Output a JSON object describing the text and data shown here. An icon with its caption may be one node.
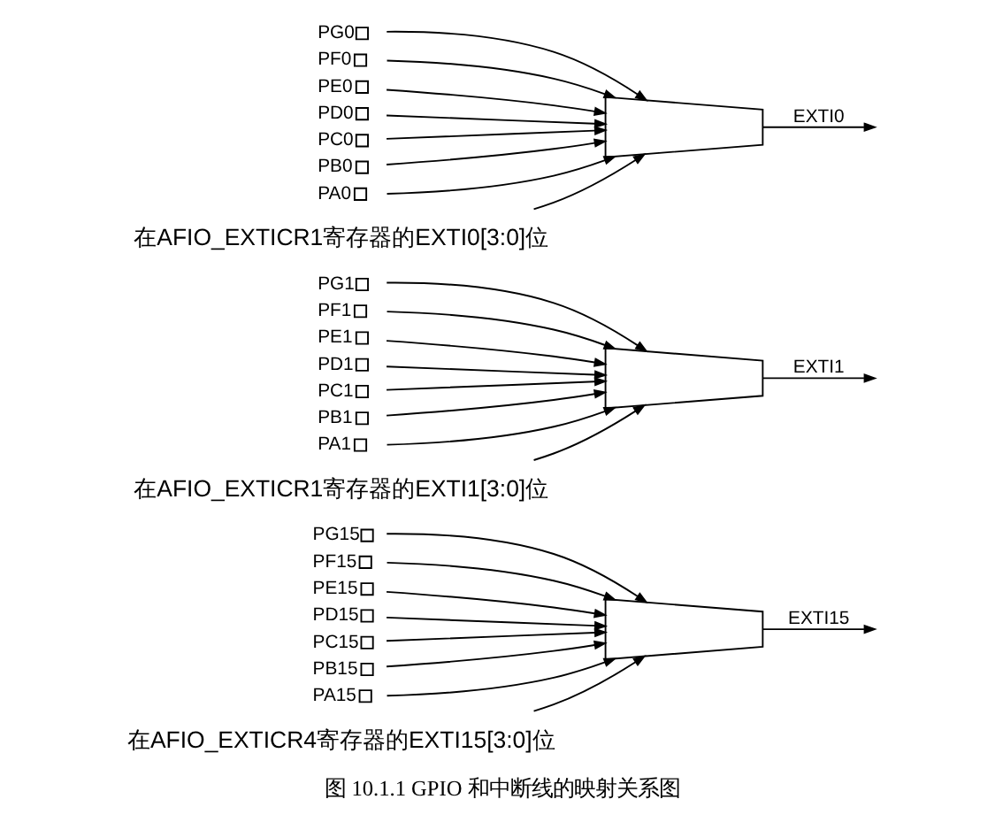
{
  "diagram": {
    "caption": "图 10.1.1 GPIO 和中断线的映射关系图",
    "nodes": [
      {
        "text": [
          "在AFIO_EXTICR1寄存器的EXTI0[3:0]位"
        ]
      },
      {
        "text": [
          "PA0"
        ]
      },
      {
        "text": [
          "PB0"
        ]
      },
      {
        "text": [
          "PC0"
        ]
      },
      {
        "text": [
          "PD0"
        ]
      },
      {
        "text": [
          "PE0"
        ]
      },
      {
        "text": [
          "PF0"
        ]
      },
      {
        "text": [
          "PG0"
        ]
      },
      {
        "text": [],
        "shape": "trapezium"
      },
      {
        "text": [
          "在AFIO_EXTICR1寄存器的EXTI1[3:0]位"
        ]
      },
      {
        "text": [
          "PA1"
        ]
      },
      {
        "text": [
          "PB1"
        ]
      },
      {
        "text": [
          "PC1"
        ]
      },
      {
        "text": [
          "PD1"
        ]
      },
      {
        "text": [
          "PE1"
        ]
      },
      {
        "text": [
          "PF1"
        ]
      },
      {
        "text": [
          "PG1"
        ]
      },
      {
        "text": [],
        "shape": "trapezium"
      },
      {
        "text": [
          "在AFIO_EXTICR4寄存器的EXTI15[3:0]位"
        ]
      },
      {
        "text": [
          "PA15"
        ]
      },
      {
        "text": [
          "PB15"
        ]
      },
      {
        "text": [
          "PC15"
        ]
      },
      {
        "text": [
          "PD15"
        ]
      },
      {
        "text": [
          "PE15"
        ]
      },
      {
        "text": [
          "PF15"
        ]
      },
      {
        "text": [
          "PG15"
        ]
      },
      {
        "text": [],
        "shape": "trapezium"
      }
    ],
    "edges": [
      {
        "from": 0,
        "to": 8,
        "arrow": "to"
      },
      {
        "from": 1,
        "to": 8,
        "arrow": "to"
      },
      {
        "from": 2,
        "to": 8,
        "arrow": "to"
      },
      {
        "from": 3,
        "to": 8,
        "arrow": "to"
      },
      {
        "from": 4,
        "to": 8,
        "arrow": "to"
      },
      {
        "from": 5,
        "to": 8,
        "arrow": "to"
      },
      {
        "from": 6,
        "to": 8,
        "arrow": "to"
      },
      {
        "from": 7,
        "to": 8,
        "arrow": "to"
      },
      {
        "from": 8,
        "to": null,
        "arrow": "to",
        "label": "EXTI0"
      },
      {
        "from": 9,
        "to": 17,
        "arrow": "to"
      },
      {
        "from": 10,
        "to": 17,
        "arrow": "to"
      },
      {
        "from": 11,
        "to": 17,
        "arrow": "to"
      },
      {
        "from": 12,
        "to": 17,
        "arrow": "to"
      },
      {
        "from": 13,
        "to": 17,
        "arrow": "to"
      },
      {
        "from": 14,
        "to": 17,
        "arrow": "to"
      },
      {
        "from": 15,
        "to": 17,
        "arrow": "to"
      },
      {
        "from": 16,
        "to": 17,
        "arrow": "to"
      },
      {
        "from": 17,
        "to": null,
        "arrow": "to",
        "label": "EXTI1"
      },
      {
        "from": 18,
        "to": 26,
        "arrow": "to"
      },
      {
        "from": 19,
        "to": 26,
        "arrow": "to"
      },
      {
        "from": 20,
        "to": 26,
        "arrow": "to"
      },
      {
        "from": 21,
        "to": 26,
        "arrow": "to"
      },
      {
        "from": 22,
        "to": 26,
        "arrow": "to"
      },
      {
        "from": 23,
        "to": 26,
        "arrow": "to"
      },
      {
        "from": 24,
        "to": 26,
        "arrow": "to"
      },
      {
        "from": 25,
        "to": 26,
        "arrow": "to"
      },
      {
        "from": 26,
        "to": null,
        "arrow": "to",
        "label": "EXTI15"
      }
    ]
  }
}
